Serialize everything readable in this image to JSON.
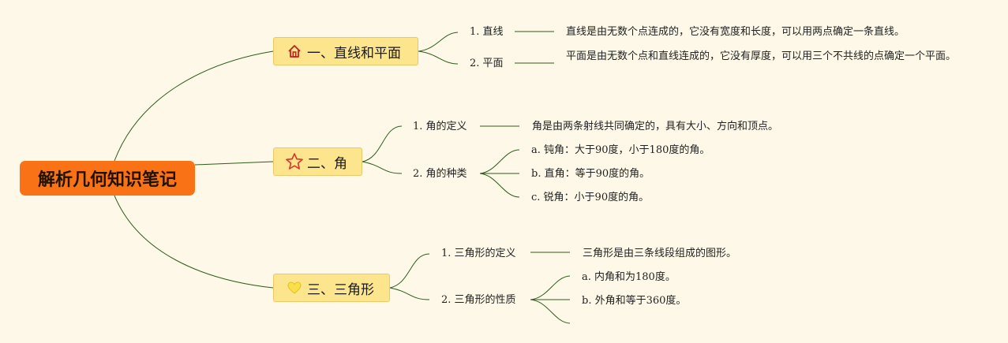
{
  "root": {
    "title": "解析几何知识笔记"
  },
  "branches": [
    {
      "title": "一、直线和平面",
      "icon": "house-icon",
      "items": [
        {
          "label": "1. 直线",
          "desc": "直线是由无数个点连成的，它没有宽度和长度，可以用两点确定一条直线。"
        },
        {
          "label": "2. 平面",
          "desc": "平面是由无数个点和直线连成的，它没有厚度，可以用三个不共线的点确定一个平面。"
        }
      ]
    },
    {
      "title": "二、角",
      "icon": "star-icon",
      "items": [
        {
          "label": "1. 角的定义",
          "desc": "角是由两条射线共同确定的，具有大小、方向和顶点。"
        },
        {
          "label": "2. 角的种类",
          "subs": [
            "a. 钝角：大于90度，小于180度的角。",
            "b. 直角：等于90度的角。",
            "c. 锐角：小于90度的角。"
          ]
        }
      ]
    },
    {
      "title": "三、三角形",
      "icon": "heart-icon",
      "items": [
        {
          "label": "1. 三角形的定义",
          "desc": "三角形是由三条线段组成的图形。"
        },
        {
          "label": "2. 三角形的性质",
          "subs": [
            "a. 内角和为180度。",
            "b. 外角和等于360度。"
          ]
        }
      ]
    }
  ],
  "colors": {
    "line": "#2f5d1c",
    "root_bg": "#f97316",
    "branch_bg": "#fde58d",
    "background": "#fdf8e7"
  }
}
